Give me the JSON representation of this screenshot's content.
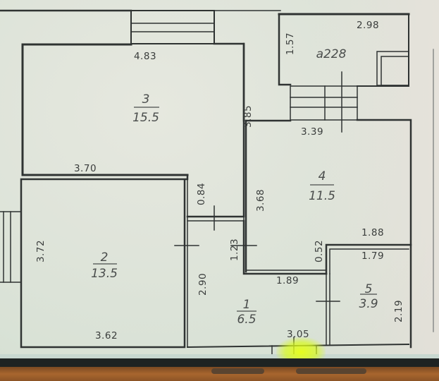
{
  "plan": {
    "stair_label": "a228",
    "rooms": [
      {
        "number": "1",
        "area": "6.5"
      },
      {
        "number": "2",
        "area": "13.5"
      },
      {
        "number": "3",
        "area": "15.5"
      },
      {
        "number": "4",
        "area": "11.5"
      },
      {
        "number": "5",
        "area": "3.9"
      }
    ],
    "dimensions": {
      "room3_top": "4.83",
      "room3_bottom": "3.70",
      "room3_right": "3.85",
      "room2_left": "3.72",
      "room2_bottom": "3.62",
      "corridor_top": "0.84",
      "room1_left": "2.90",
      "room1_mid": "1.23",
      "room1_top": "1.89",
      "room1_bottom": "3.05",
      "room4_top": "3.39",
      "room4_left": "3.68",
      "room4_bottom": "1.88",
      "room5_left": "0.52",
      "room5_top": "1.79",
      "room5_right": "2.19",
      "stair_top": "2.98",
      "stair_left": "1.57"
    }
  },
  "colors": {
    "wall": "#2f3332",
    "paper": "#e3e6dc",
    "highlight": "#e4ff1e",
    "desk": "#a8662e"
  }
}
